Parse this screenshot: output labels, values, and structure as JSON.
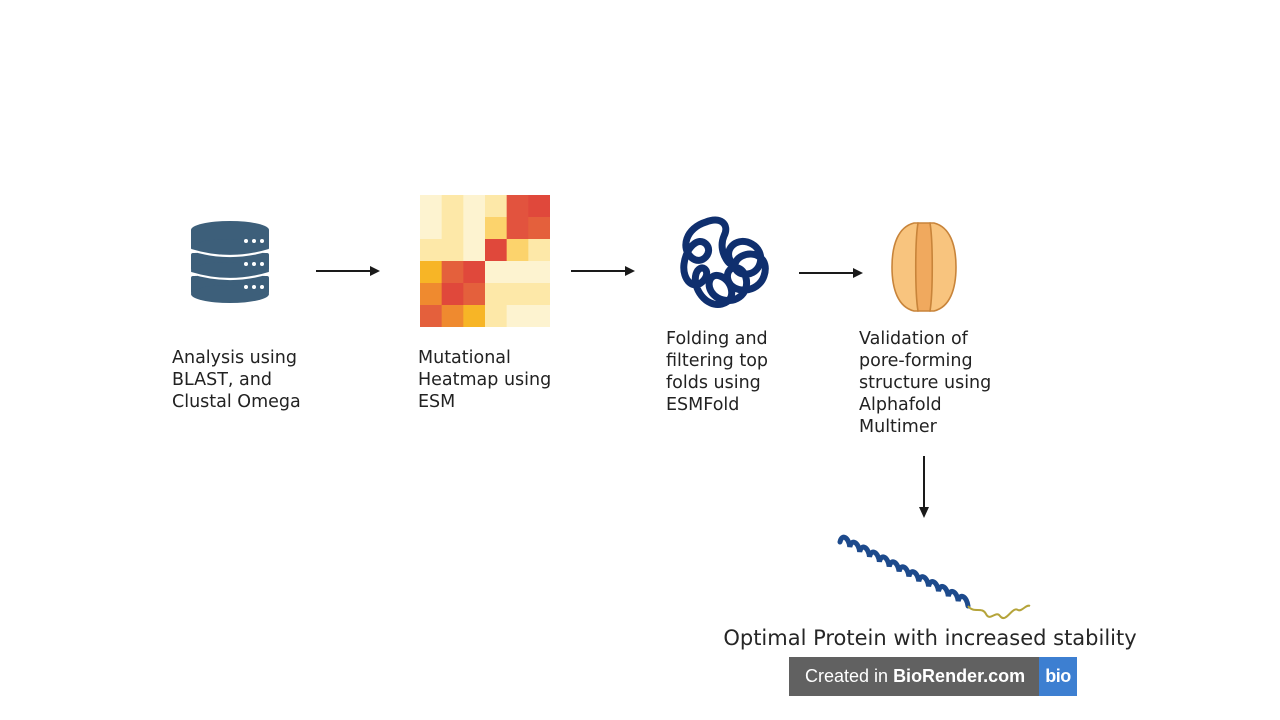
{
  "steps": [
    {
      "lines": [
        "Analysis using",
        "BLAST, and",
        "Clustal Omega"
      ]
    },
    {
      "lines": [
        "Mutational",
        "Heatmap using",
        "ESM"
      ]
    },
    {
      "lines": [
        "Folding and",
        "filtering top",
        "folds using",
        "ESMFold"
      ]
    },
    {
      "lines": [
        "Validation of",
        "pore-forming",
        "structure using",
        "Alphafold",
        "Multimer"
      ]
    }
  ],
  "result_caption": "Optimal Protein with increased stability",
  "watermark": {
    "prefix": "Created in ",
    "brand": "BioRender.com",
    "logo": "bio"
  },
  "icons": {
    "step1": "database-icon",
    "step2": "heatmap-icon",
    "step3": "protein-fold-icon",
    "step4": "pore-icon",
    "result": "protein-helix-icon"
  },
  "colors": {
    "database": "#3d5f7a",
    "arrow": "#1a1a1a",
    "fold": "#0f2f6e",
    "pore_fill": "#f8c47e",
    "pore_stroke": "#c8843a",
    "helix": "#1d4a8c",
    "helix_tail": "#b5a43a"
  },
  "heatmap": {
    "rows": [
      [
        "#fdf3d0",
        "#fde8a8",
        "#fdf3d0",
        "#fde8a8",
        "#e2533e",
        "#e0483b"
      ],
      [
        "#fdf3d0",
        "#fde8a8",
        "#fdf3d0",
        "#fcd36c",
        "#e2533e",
        "#e4603c"
      ],
      [
        "#fde8a8",
        "#fde8a8",
        "#fdf3d0",
        "#e0483b",
        "#fcd36c",
        "#fde8a8"
      ],
      [
        "#f7b526",
        "#e4603c",
        "#e0483b",
        "#fdf3d0",
        "#fdf3d0",
        "#fdf3d0"
      ],
      [
        "#ef8a2f",
        "#e0483b",
        "#e4603c",
        "#fde8a8",
        "#fde8a8",
        "#fde8a8"
      ],
      [
        "#e4603c",
        "#ef8a2f",
        "#f7b526",
        "#fde8a8",
        "#fdf3d0",
        "#fdf3d0"
      ]
    ]
  }
}
